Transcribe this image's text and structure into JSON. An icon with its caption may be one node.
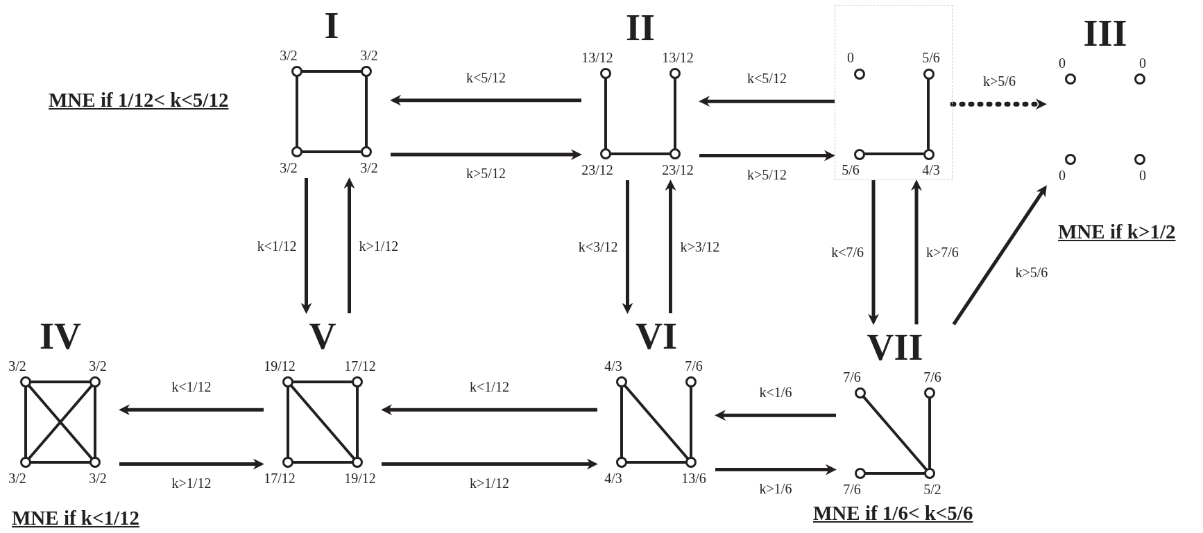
{
  "diagram": {
    "nodes": [
      {
        "text": [
          "I"
        ],
        "beside": [
          "MNE  if 1/12<  k<5/12"
        ]
      },
      {
        "text": [],
        "shape": "circle",
        "in": 0,
        "beside": [
          "3/2"
        ]
      },
      {
        "text": [],
        "shape": "circle",
        "in": 0,
        "beside": [
          "3/2"
        ]
      },
      {
        "text": [],
        "shape": "circle",
        "in": 0,
        "beside": [
          "3/2"
        ]
      },
      {
        "text": [],
        "shape": "circle",
        "in": 0,
        "beside": [
          "3/2"
        ]
      },
      {
        "text": [
          "II"
        ]
      },
      {
        "text": [],
        "shape": "circle",
        "in": 5,
        "beside": [
          "13/12"
        ]
      },
      {
        "text": [],
        "shape": "circle",
        "in": 5,
        "beside": [
          "13/12"
        ]
      },
      {
        "text": [],
        "shape": "circle",
        "in": 5,
        "beside": [
          "23/12"
        ]
      },
      {
        "text": [],
        "shape": "circle",
        "in": 5,
        "beside": [
          "23/12"
        ]
      },
      {
        "text": [],
        "shape": "box"
      },
      {
        "text": [],
        "shape": "circle",
        "in": 10,
        "beside": [
          "0"
        ]
      },
      {
        "text": [],
        "shape": "circle",
        "in": 10,
        "beside": [
          "5/6"
        ]
      },
      {
        "text": [],
        "shape": "circle",
        "in": 10,
        "beside": [
          "5/6"
        ]
      },
      {
        "text": [],
        "shape": "circle",
        "in": 10,
        "beside": [
          "4/3"
        ]
      },
      {
        "text": [
          "III"
        ],
        "beside": [
          "MNE  if  k>1/2"
        ]
      },
      {
        "text": [],
        "shape": "circle",
        "in": 15,
        "beside": [
          "0"
        ]
      },
      {
        "text": [],
        "shape": "circle",
        "in": 15,
        "beside": [
          "0"
        ]
      },
      {
        "text": [],
        "shape": "circle",
        "in": 15,
        "beside": [
          "0"
        ]
      },
      {
        "text": [],
        "shape": "circle",
        "in": 15,
        "beside": [
          "0"
        ]
      },
      {
        "text": [
          "IV"
        ],
        "beside": [
          "MNE  if  k<1/12"
        ]
      },
      {
        "text": [],
        "shape": "circle",
        "in": 20,
        "beside": [
          "3/2"
        ]
      },
      {
        "text": [],
        "shape": "circle",
        "in": 20,
        "beside": [
          "3/2"
        ]
      },
      {
        "text": [],
        "shape": "circle",
        "in": 20,
        "beside": [
          "3/2"
        ]
      },
      {
        "text": [],
        "shape": "circle",
        "in": 20,
        "beside": [
          "3/2"
        ]
      },
      {
        "text": [
          "V"
        ]
      },
      {
        "text": [],
        "shape": "circle",
        "in": 25,
        "beside": [
          "19/12"
        ]
      },
      {
        "text": [],
        "shape": "circle",
        "in": 25,
        "beside": [
          "17/12"
        ]
      },
      {
        "text": [],
        "shape": "circle",
        "in": 25,
        "beside": [
          "17/12"
        ]
      },
      {
        "text": [],
        "shape": "circle",
        "in": 25,
        "beside": [
          "19/12"
        ]
      },
      {
        "text": [
          "VI"
        ]
      },
      {
        "text": [],
        "shape": "circle",
        "in": 30,
        "beside": [
          "4/3"
        ]
      },
      {
        "text": [],
        "shape": "circle",
        "in": 30,
        "beside": [
          "7/6"
        ]
      },
      {
        "text": [],
        "shape": "circle",
        "in": 30,
        "beside": [
          "4/3"
        ]
      },
      {
        "text": [],
        "shape": "circle",
        "in": 30,
        "beside": [
          "13/6"
        ]
      },
      {
        "text": [
          "VII"
        ],
        "beside": [
          "MNE  if 1/6<  k<5/6"
        ]
      },
      {
        "text": [],
        "shape": "circle",
        "in": 35,
        "beside": [
          "7/6"
        ]
      },
      {
        "text": [],
        "shape": "circle",
        "in": 35,
        "beside": [
          "7/6"
        ]
      },
      {
        "text": [],
        "shape": "circle",
        "in": 35,
        "beside": [
          "7/6"
        ]
      },
      {
        "text": [],
        "shape": "circle",
        "in": 35,
        "beside": [
          "5/2"
        ]
      }
    ],
    "edges": [
      {
        "from": 1,
        "to": 2,
        "arrow": "none"
      },
      {
        "from": 1,
        "to": 3,
        "arrow": "none"
      },
      {
        "from": 2,
        "to": 4,
        "arrow": "none"
      },
      {
        "from": 3,
        "to": 4,
        "arrow": "none"
      },
      {
        "from": 6,
        "to": 8,
        "arrow": "none"
      },
      {
        "from": 7,
        "to": 9,
        "arrow": "none"
      },
      {
        "from": 8,
        "to": 9,
        "arrow": "none"
      },
      {
        "from": 12,
        "to": 14,
        "arrow": "none"
      },
      {
        "from": 13,
        "to": 14,
        "arrow": "none"
      },
      {
        "from": 21,
        "to": 22,
        "arrow": "none"
      },
      {
        "from": 21,
        "to": 23,
        "arrow": "none"
      },
      {
        "from": 22,
        "to": 24,
        "arrow": "none"
      },
      {
        "from": 23,
        "to": 24,
        "arrow": "none"
      },
      {
        "from": 21,
        "to": 24,
        "arrow": "none"
      },
      {
        "from": 22,
        "to": 23,
        "arrow": "none"
      },
      {
        "from": 26,
        "to": 27,
        "arrow": "none"
      },
      {
        "from": 26,
        "to": 28,
        "arrow": "none"
      },
      {
        "from": 27,
        "to": 29,
        "arrow": "none"
      },
      {
        "from": 28,
        "to": 29,
        "arrow": "none"
      },
      {
        "from": 26,
        "to": 29,
        "arrow": "none"
      },
      {
        "from": 31,
        "to": 33,
        "arrow": "none"
      },
      {
        "from": 31,
        "to": 34,
        "arrow": "none"
      },
      {
        "from": 32,
        "to": 34,
        "arrow": "none"
      },
      {
        "from": 33,
        "to": 34,
        "arrow": "none"
      },
      {
        "from": 36,
        "to": 39,
        "arrow": "none"
      },
      {
        "from": 37,
        "to": 39,
        "arrow": "none"
      },
      {
        "from": 38,
        "to": 39,
        "arrow": "none"
      },
      {
        "from": 5,
        "to": 0,
        "arrow": "to",
        "label": "k<5/12"
      },
      {
        "from": 0,
        "to": 5,
        "arrow": "to",
        "label": "k>5/12"
      },
      {
        "from": 10,
        "to": 5,
        "arrow": "to",
        "label": "k<5/12"
      },
      {
        "from": 5,
        "to": 10,
        "arrow": "to",
        "label": "k>5/12"
      },
      {
        "from": 10,
        "to": 15,
        "arrow": "to",
        "label": "k>5/6",
        "style": "dashed"
      },
      {
        "from": 0,
        "to": 25,
        "arrow": "to",
        "label": "k<1/12"
      },
      {
        "from": 25,
        "to": 0,
        "arrow": "to",
        "label": "k>1/12"
      },
      {
        "from": 5,
        "to": 30,
        "arrow": "to",
        "label": "k<3/12"
      },
      {
        "from": 30,
        "to": 5,
        "arrow": "to",
        "label": "k>3/12"
      },
      {
        "from": 10,
        "to": 35,
        "arrow": "to",
        "label": "k<7/6"
      },
      {
        "from": 35,
        "to": 10,
        "arrow": "to",
        "label": "k>7/6"
      },
      {
        "from": 25,
        "to": 20,
        "arrow": "to",
        "label": "k<1/12"
      },
      {
        "from": 20,
        "to": 25,
        "arrow": "to",
        "label": "k>1/12"
      },
      {
        "from": 30,
        "to": 25,
        "arrow": "to",
        "label": "k<1/12"
      },
      {
        "from": 25,
        "to": 30,
        "arrow": "to",
        "label": "k>1/12"
      },
      {
        "from": 35,
        "to": 30,
        "arrow": "to",
        "label": "k<1/6"
      },
      {
        "from": 30,
        "to": 35,
        "arrow": "to",
        "label": "k>1/6"
      },
      {
        "from": 35,
        "to": 15,
        "arrow": "to",
        "label": "k>5/6"
      }
    ]
  }
}
